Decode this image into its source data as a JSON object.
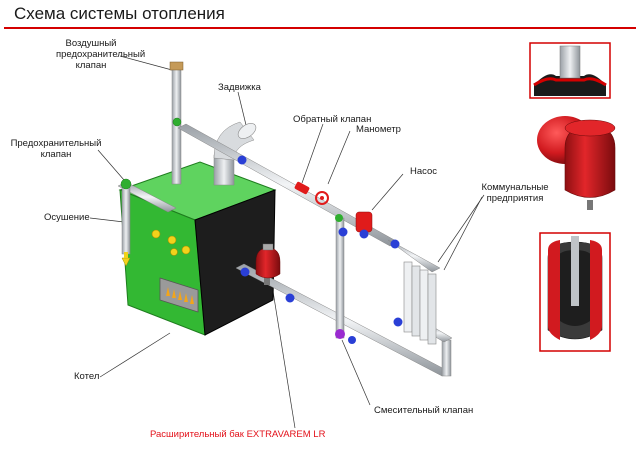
{
  "title": "Схема системы отопления",
  "labels": {
    "air_valve_1": "Воздушный",
    "air_valve_2": "предохранительный",
    "air_valve_3": "клапан",
    "gate_valve": "Задвижка",
    "check_valve": "Обратный клапан",
    "manometer": "Манометр",
    "safety_valve_1": "Предохранительный",
    "safety_valve_2": "клапан",
    "pump": "Насос",
    "drain": "Осушение",
    "utility_1": "Коммунальные",
    "utility_2": "предприятия",
    "boiler": "Котел",
    "mixing_valve": "Смесительный клапан",
    "expansion_tank": "Расширительный бак EXTRAVAREM LR"
  },
  "colors": {
    "accent_red": "#d40000",
    "boiler_green": "#2fae2f",
    "pipe_grey": "#c8ccd0",
    "valve_blue": "#2a3fd6",
    "valve_red": "#e01b1b",
    "valve_purple": "#9a2bd0",
    "valve_yellow": "#f2d21b"
  }
}
